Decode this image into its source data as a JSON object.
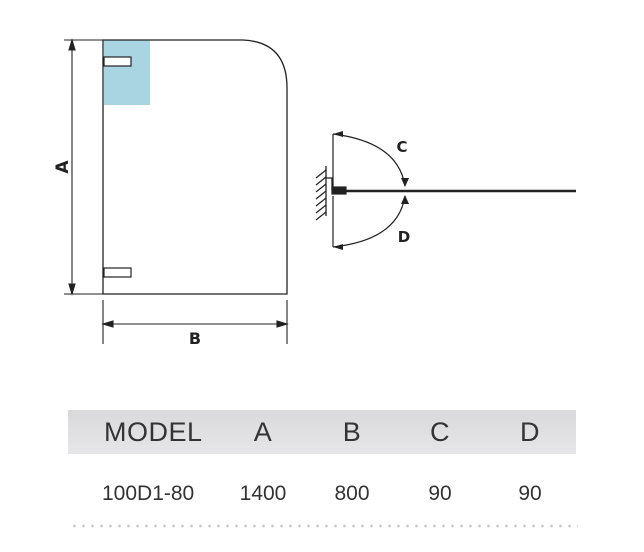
{
  "diagram": {
    "labels": {
      "height": "A",
      "width": "B",
      "swing_out": "C",
      "swing_in": "D"
    },
    "colors": {
      "line": "#222222",
      "glass_tint": "#a9d4e2",
      "header_bg": "#dcdcde"
    }
  },
  "table": {
    "headers": [
      "MODEL",
      "A",
      "B",
      "C",
      "D"
    ],
    "rows": [
      [
        "100D1-80",
        "1400",
        "800",
        "90",
        "90"
      ]
    ]
  }
}
